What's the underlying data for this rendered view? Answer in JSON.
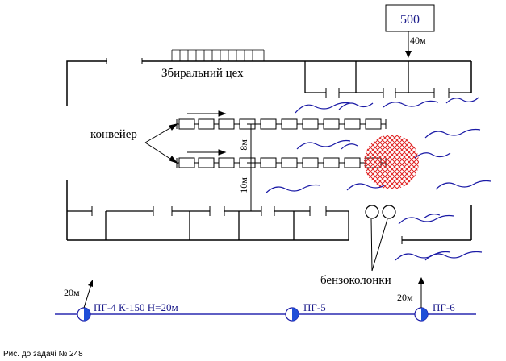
{
  "diagram": {
    "tank_label": "500",
    "tank_distance": "40м",
    "workshop_label": "Збиральний цех",
    "conveyor_label": "конвейер",
    "dist_between_conveyors": "8м",
    "dist_to_wall": "10м",
    "fuel_pumps_label": "бензоколонки",
    "hydrant_label_1": "ПГ-4 К-150 Н=20м",
    "hydrant_label_2": "ПГ-5",
    "hydrant_label_3": "ПГ-6",
    "hydrant_1_distance": "20м",
    "hydrant_3_distance": "20м",
    "caption": "Рис. до задачі № 248",
    "colors": {
      "line": "#000000",
      "water_main": "#2a2ab0",
      "waves": "#1a1aa6",
      "fire_hatch": "#e02020",
      "hydrant_fill": "#1f4fd8"
    }
  }
}
